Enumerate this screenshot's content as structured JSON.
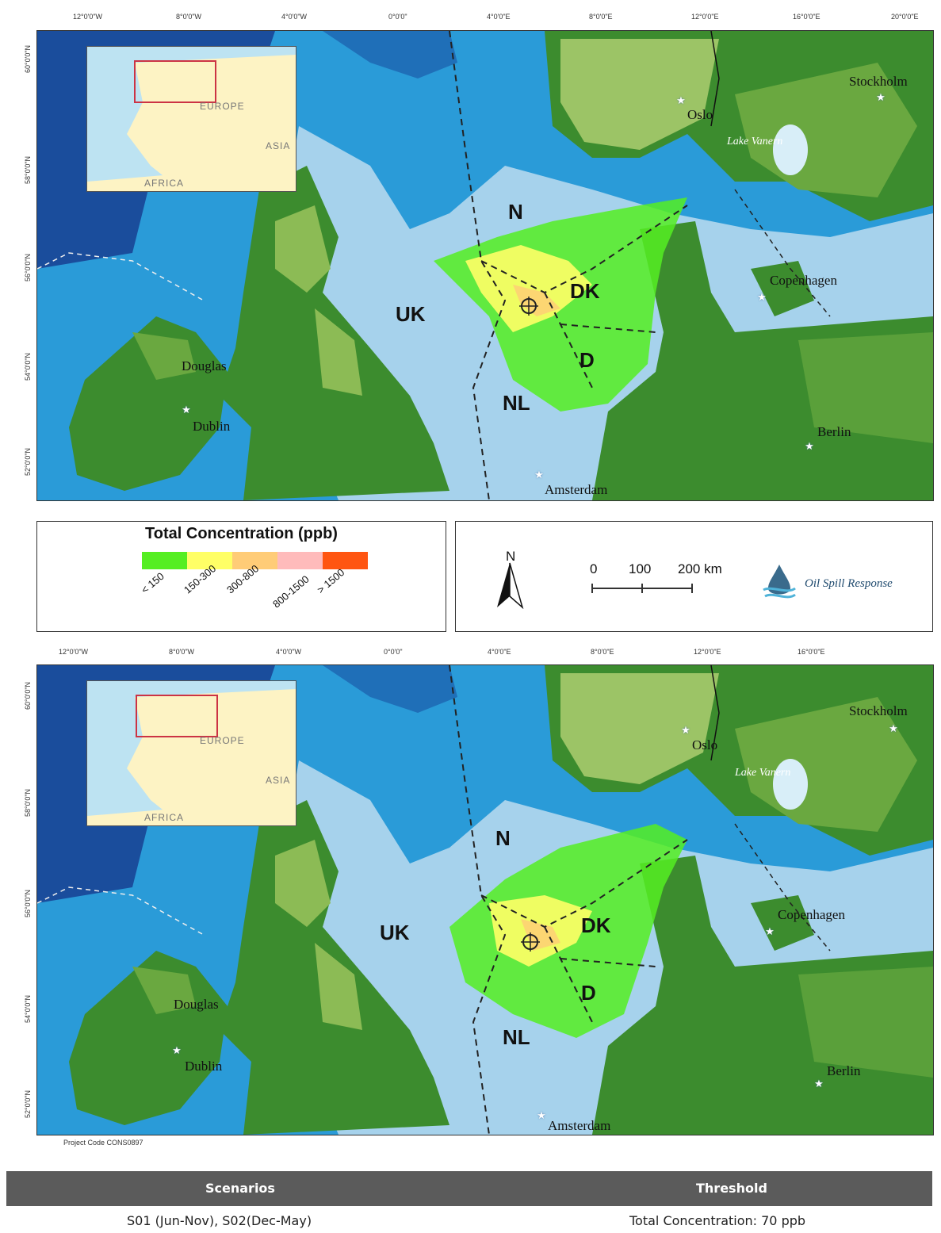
{
  "axes": {
    "top_longitudes": [
      "12°0'0\"W",
      "8°0'0\"W",
      "4°0'0\"W",
      "0°0'0\"",
      "4°0'0\"E",
      "8°0'0\"E",
      "12°0'0\"E",
      "16°0'0\"E",
      "20°0'0\"E"
    ],
    "bottom_longitudes": [
      "12°0'0\"W",
      "8°0'0\"W",
      "4°0'0\"W",
      "0°0'0\"",
      "4°0'0\"E",
      "8°0'0\"E",
      "12°0'0\"E",
      "16°0'0\"E"
    ],
    "latitudes": [
      "60°0'0\"N",
      "58°0'0\"N",
      "56°0'0\"N",
      "54°0'0\"N",
      "52°0'0\"N"
    ]
  },
  "maps": [
    {
      "countries": [
        "N",
        "DK",
        "UK",
        "D",
        "NL"
      ],
      "cities": [
        "Stockholm",
        "Oslo",
        "Copenhagen",
        "Douglas",
        "Dublin",
        "Berlin",
        "Amsterdam"
      ],
      "lake": "Lake Vanern",
      "inset": {
        "europe": "EUROPE",
        "asia": "ASIA",
        "africa": "AFRICA"
      }
    },
    {
      "countries": [
        "N",
        "DK",
        "UK",
        "D",
        "NL"
      ],
      "cities": [
        "Stockholm",
        "Oslo",
        "Copenhagen",
        "Douglas",
        "Dublin",
        "Berlin",
        "Amsterdam"
      ],
      "lake": "Lake Vanern",
      "inset": {
        "europe": "EUROPE",
        "asia": "ASIA",
        "africa": "AFRICA"
      }
    }
  ],
  "legend": {
    "title": "Total Concentration (ppb)",
    "classes": [
      {
        "label": "< 150",
        "color": "#55ee22"
      },
      {
        "label": "150-300",
        "color": "#ffff66"
      },
      {
        "label": "300-800",
        "color": "#ffcc77"
      },
      {
        "label": "800-1500",
        "color": "#ffbbbb"
      },
      {
        "label": "> 1500",
        "color": "#ff5511"
      }
    ]
  },
  "north_arrow": "N",
  "scale_bar": {
    "ticks": [
      "0",
      "100"
    ],
    "end_label": "200 km"
  },
  "logo_text": "Oil Spill Response",
  "project_code": "Project Code CONS0897",
  "footer": {
    "scenarios_header": "Scenarios",
    "threshold_header": "Threshold",
    "scenarios_value": "S01 (Jun-Nov), S02(Dec-May)",
    "threshold_value": "Total Concentration: 70 ppb"
  },
  "colors": {
    "deep_sea": "#1a4d9c",
    "sea": "#2a9bd8",
    "shallow_sea": "#a6d2ec",
    "land": "#3c8c2e",
    "highland": "#8cbb55"
  }
}
